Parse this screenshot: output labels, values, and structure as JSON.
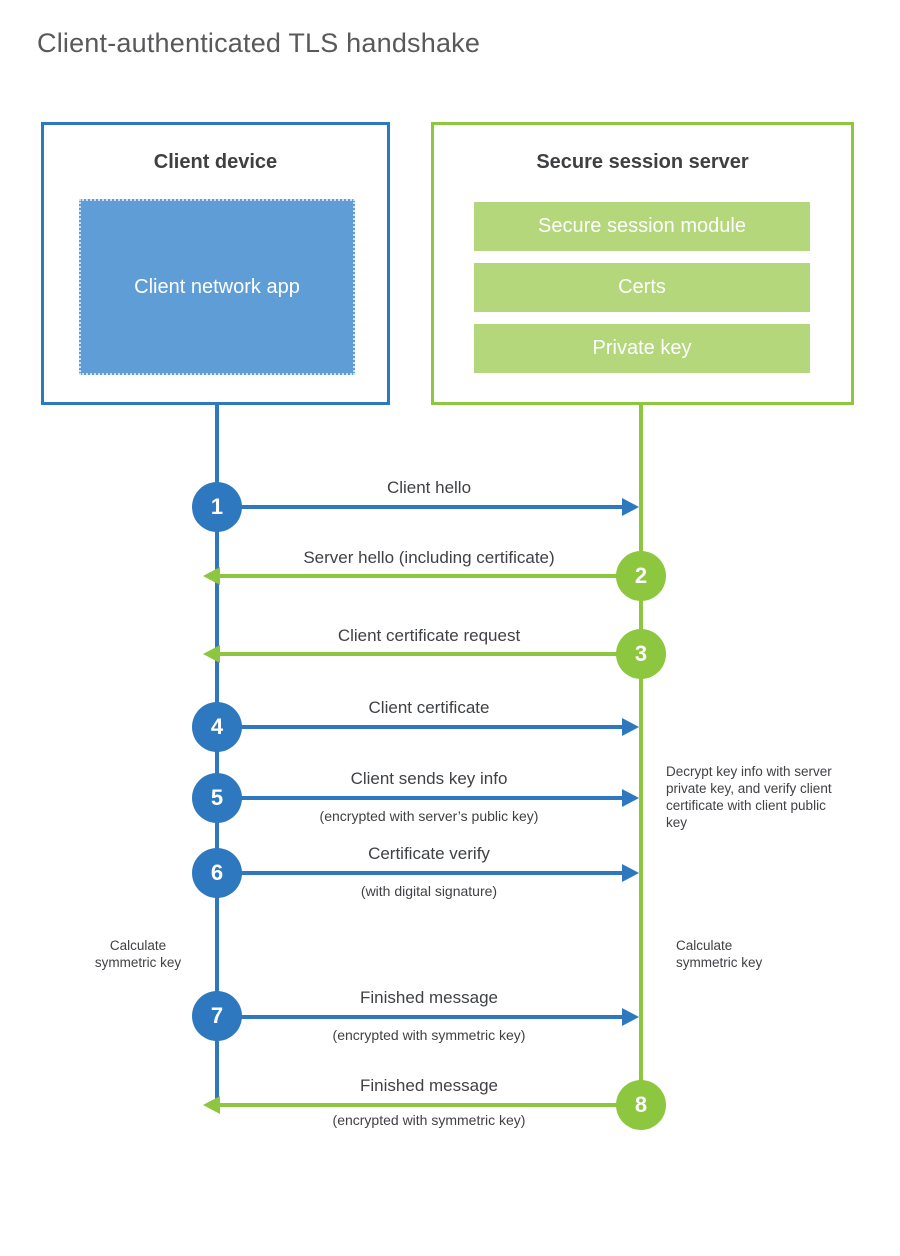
{
  "title": "Client-authenticated TLS handshake",
  "client_box": {
    "title": "Client device",
    "app_label": "Client network app"
  },
  "server_box": {
    "title": "Secure session server",
    "modules": [
      "Secure session module",
      "Certs",
      "Private key"
    ]
  },
  "steps": [
    {
      "num": "1",
      "label": "Client hello",
      "direction": "client-to-server"
    },
    {
      "num": "2",
      "label": "Server hello (including certificate)",
      "direction": "server-to-client"
    },
    {
      "num": "3",
      "label": "Client certificate request",
      "direction": "server-to-client"
    },
    {
      "num": "4",
      "label": "Client certificate",
      "direction": "client-to-server"
    },
    {
      "num": "5",
      "label": "Client sends key info",
      "sub": "(encrypted with server’s public key)",
      "direction": "client-to-server"
    },
    {
      "num": "6",
      "label": "Certificate verify",
      "sub": "(with digital signature)",
      "direction": "client-to-server"
    },
    {
      "num": "7",
      "label": "Finished message",
      "sub": "(encrypted with symmetric key)",
      "direction": "client-to-server"
    },
    {
      "num": "8",
      "label": "Finished message",
      "sub": "(encrypted with symmetric key)",
      "direction": "server-to-client"
    }
  ],
  "annotations": {
    "decrypt_note": "Decrypt key info with server private key, and verify client certificate with client public key",
    "calculate_left": "Calculate symmetric key",
    "calculate_right": "Calculate symmetric key"
  },
  "colors": {
    "client_blue": "#2d78be",
    "client_fill_blue": "#5f9dd7",
    "server_green": "#8dc63f",
    "server_fill_green": "#b5d77c"
  }
}
